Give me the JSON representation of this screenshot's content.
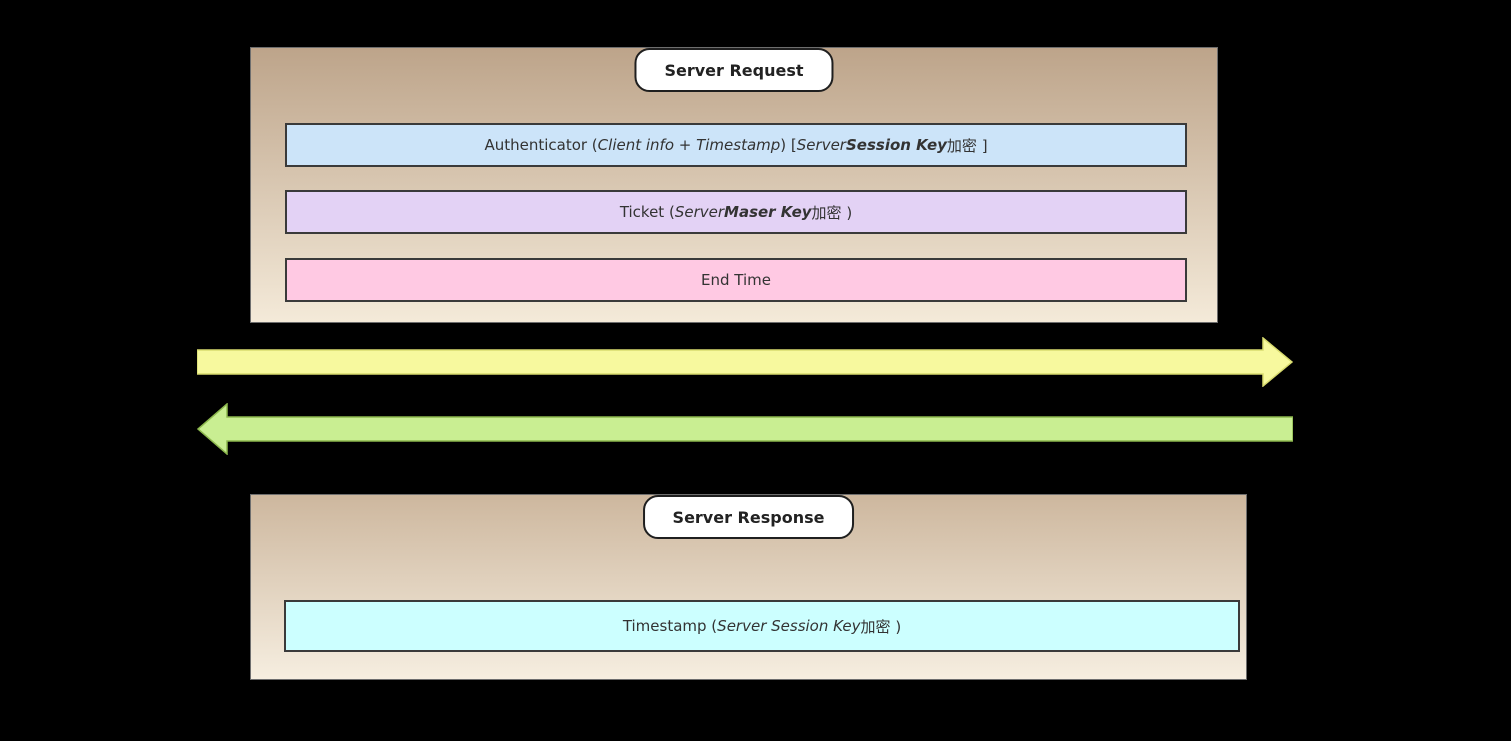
{
  "colors": {
    "background": "#000000",
    "panel_top_dark": "#bda48a",
    "panel_bottom_light": "#f4ead9",
    "panel2_top": "#cdb79e",
    "panel2_bottom": "#f6eee0",
    "bar_blue": "#cce4f9",
    "bar_purple": "#e3d2f5",
    "bar_pink": "#ffc9e3",
    "bar_cyan": "#ccffff",
    "arrow_yellow": "#f7f99e",
    "arrow_green": "#c9ee92"
  },
  "request_panel": {
    "title": "Server Request",
    "bars": [
      {
        "id": "authenticator",
        "segments": [
          {
            "t": "Authenticator ( "
          },
          {
            "t": "Client info + Timestamp",
            "i": true
          },
          {
            "t": " ) [ "
          },
          {
            "t": "Server ",
            "i": true
          },
          {
            "t": "Session Key",
            "i": true,
            "b": true
          },
          {
            "t": " 加密 ]"
          }
        ]
      },
      {
        "id": "ticket",
        "segments": [
          {
            "t": "Ticket ( "
          },
          {
            "t": "Server ",
            "i": true
          },
          {
            "t": "Maser Key",
            "i": true,
            "b": true
          },
          {
            "t": " 加密 )"
          }
        ]
      },
      {
        "id": "end-time",
        "segments": [
          {
            "t": "End Time"
          }
        ]
      }
    ]
  },
  "response_panel": {
    "title": "Server Response",
    "bars": [
      {
        "id": "timestamp",
        "segments": [
          {
            "t": "Timestamp ( "
          },
          {
            "t": "Server Session Key",
            "i": true
          },
          {
            "t": " 加密 )"
          }
        ]
      }
    ]
  },
  "arrows": [
    {
      "id": "request-arrow",
      "direction": "right",
      "color": "#f7f99e"
    },
    {
      "id": "response-arrow",
      "direction": "left",
      "color": "#c9ee92"
    }
  ]
}
